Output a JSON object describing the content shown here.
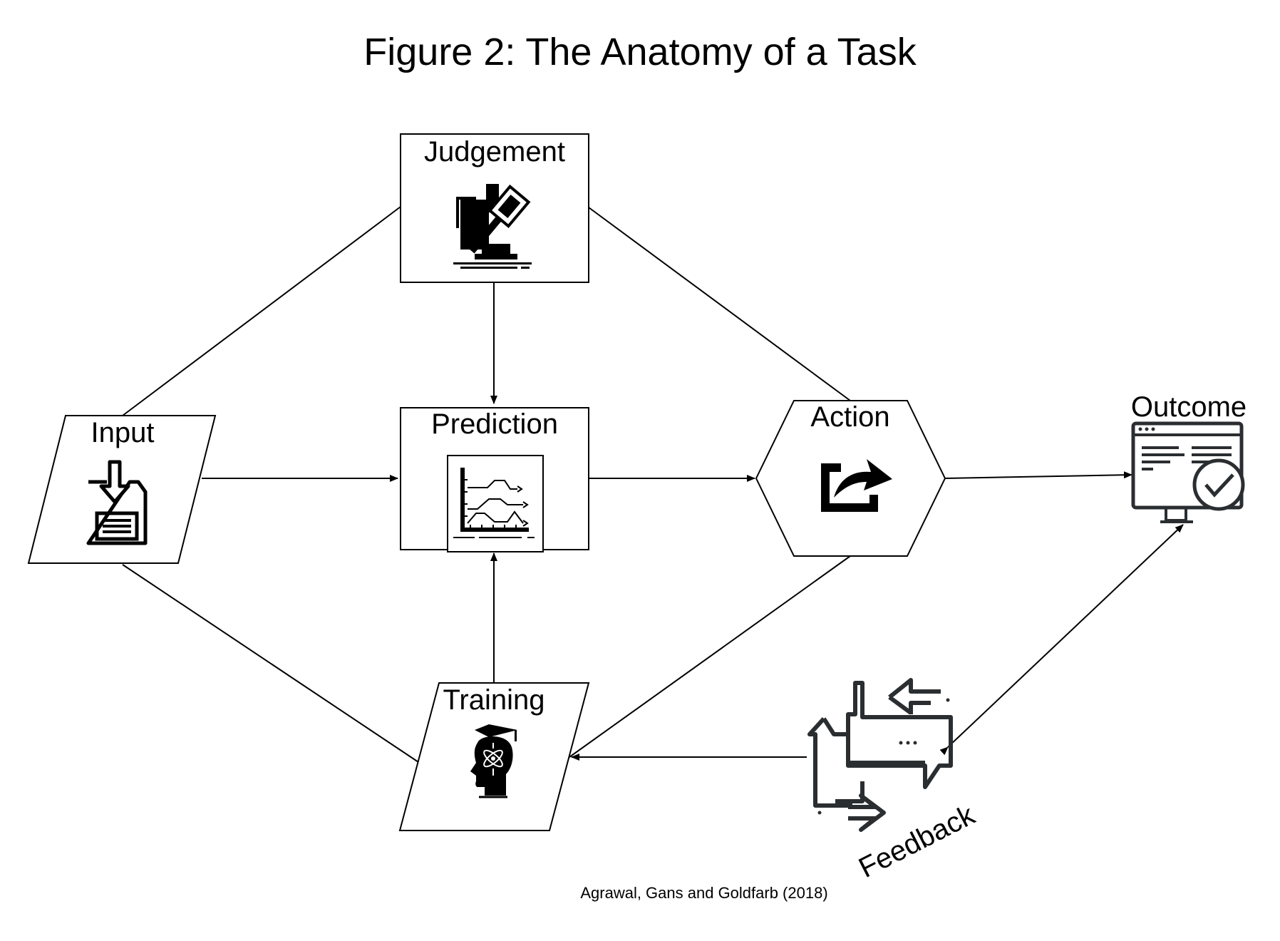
{
  "title": "Figure 2:  The Anatomy of a Task",
  "nodes": {
    "judgement": {
      "label": "Judgement",
      "icon": "gavel-icon"
    },
    "prediction": {
      "label": "Prediction",
      "icon": "chart-icon"
    },
    "input": {
      "label": "Input",
      "icon": "save-download-icon"
    },
    "action": {
      "label": "Action",
      "icon": "share-icon"
    },
    "outcome": {
      "label": "Outcome",
      "icon": "monitor-check-icon"
    },
    "training": {
      "label": "Training",
      "icon": "brain-head-icon"
    },
    "feedback": {
      "label": "Feedback",
      "icon": "chat-bubbles-icon"
    }
  },
  "citation": "Agrawal, Gans and Goldfarb (2018)"
}
